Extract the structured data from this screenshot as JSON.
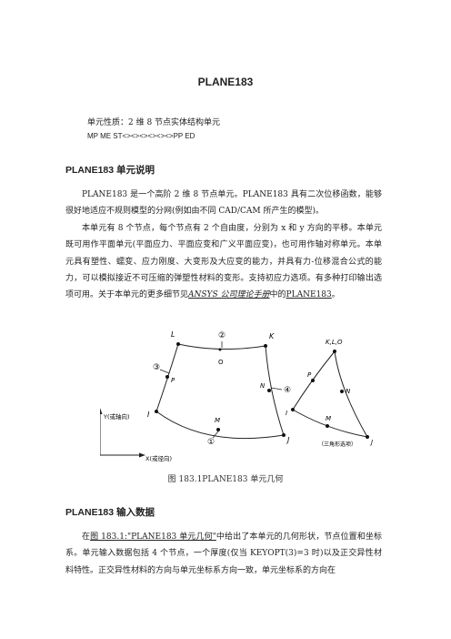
{
  "title": "PLANE183",
  "meta": {
    "line1": "单元性质：2 维 8 节点实体结构单元",
    "line2": "MP ME ST<><><><><><>PP ED"
  },
  "section1": {
    "heading": "PLANE183 单元说明",
    "p1": "PLANE183 是一个高阶 2 维 8 节点单元。PLANE183 具有二次位移函数，能够很好地适应不规则模型的分网(例如由不同 CAD/CAM 所产生的模型)。",
    "p2_a": "本单元有 8 个节点，每个节点有 2 个自由度，分别为 x 和 y 方向的平移。本单元既可用作平面单元(平面应力、平面应变和广义平面应变)，也可用作轴对称单元。本单元具有塑性、蠕变、应力刚度、大变形及大应变的能力，并具有力-位移混合公式的能力，可以模拟接近不可压缩的弹塑性材料的变形。支持初应力选项。有多种打印输出选项可用。关于本单元的更多细节见",
    "p2_link1": "ANSYS 公司理论手册",
    "p2_b": "中的",
    "p2_link2": "PLANE183",
    "p2_c": "。"
  },
  "figure": {
    "nodes": {
      "L": "L",
      "K": "K",
      "O": "O",
      "P": "P",
      "N": "N",
      "I": "I",
      "M": "M",
      "J": "J"
    },
    "faces": {
      "f1": "①",
      "f2": "②",
      "f3": "③",
      "f4": "④"
    },
    "tri_nodes": {
      "KLO": "K,L,O",
      "P": "P",
      "N": "N",
      "I": "I",
      "M": "M",
      "J": "J"
    },
    "tri_caption": "（三角形选项）",
    "y_axis": "Y(或轴向)",
    "x_axis": "X(或径向)",
    "caption": "图 183.1PLANE183 单元几何"
  },
  "section2": {
    "heading": "PLANE183 输入数据",
    "p1_a": "在",
    "p1_link": "图 183.1:\"PLANE183 单元几何\"",
    "p1_b": "中给出了本单元的几何形状，节点位置和坐标系。单元输入数据包括 4 个节点，一个厚度(仅当 KEYOPT(3)=3 时)以及正交异性材料特性。正交异性材料的方向与单元坐标系方向一致，单元坐标系的方向在"
  }
}
